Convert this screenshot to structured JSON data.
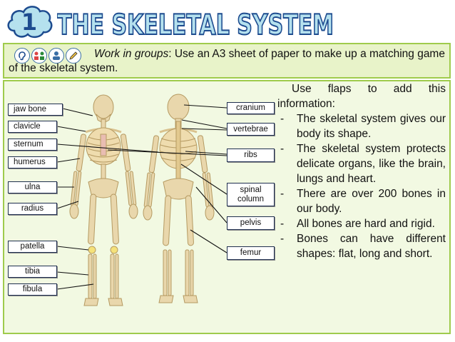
{
  "header": {
    "badge_number": "1",
    "title": "THE SKELETAL SYSTEM"
  },
  "instruction": {
    "icons": [
      "listening-ear-icon",
      "group-work-icon",
      "writing-hand-icon",
      "pencil-icon"
    ],
    "emphasis": "Work in groups",
    "text": ": Use an A3 sheet of paper to make up a matching game of the skeletal system."
  },
  "labels_left": [
    "jaw bone",
    "clavicle",
    "sternum",
    "humerus",
    "ulna",
    "radius",
    "patella",
    "tibia",
    "fibula"
  ],
  "labels_right": [
    "cranium",
    "vertebrae",
    "ribs",
    "spinal column",
    "pelvis",
    "femur"
  ],
  "info": {
    "intro": "Use flaps to add this information:",
    "items": [
      "The skeletal system gives our body its shape.",
      "The skeletal system protects delicate organs, like the brain, lungs and heart.",
      "There are over 200 bones in our body.",
      "All bones are hard and rigid.",
      "Bones can have different shapes: flat, long and short."
    ]
  },
  "colors": {
    "title_fill": "#b5e1ee",
    "title_stroke": "#1d4b8f",
    "badge_fill": "#b5e1ee",
    "panel_fill": "#f2f9e2",
    "panel_border": "#9fcb4c",
    "instruction_fill": "#e8f3c9",
    "bone": "#e9d7ac"
  }
}
